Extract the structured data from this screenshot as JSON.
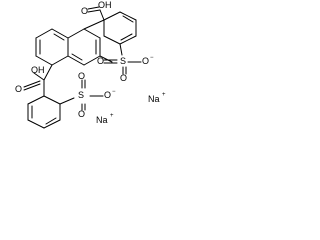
{
  "molecule": {
    "atom_labels": {
      "upper_acid": "OH",
      "upper_acid_o": "O",
      "upper_sulfonate_o1": "O",
      "upper_sulfonate_s": "S",
      "upper_sulfonate_o2": "O",
      "upper_sulfonate_o_minus": "O",
      "lower_acid": "OH",
      "lower_acid_o": "O",
      "lower_sulfonate_s": "S",
      "lower_sulfonate_o1": "O",
      "lower_sulfonate_o2": "O",
      "lower_sulfonate_o_minus": "O"
    },
    "charges": {
      "minus": "−",
      "plus": "+"
    },
    "counter_ions": {
      "sodium_1": "Na",
      "sodium_2": "Na"
    },
    "colors": {
      "bond": "#000000",
      "text": "#000000",
      "background": "#ffffff"
    }
  }
}
